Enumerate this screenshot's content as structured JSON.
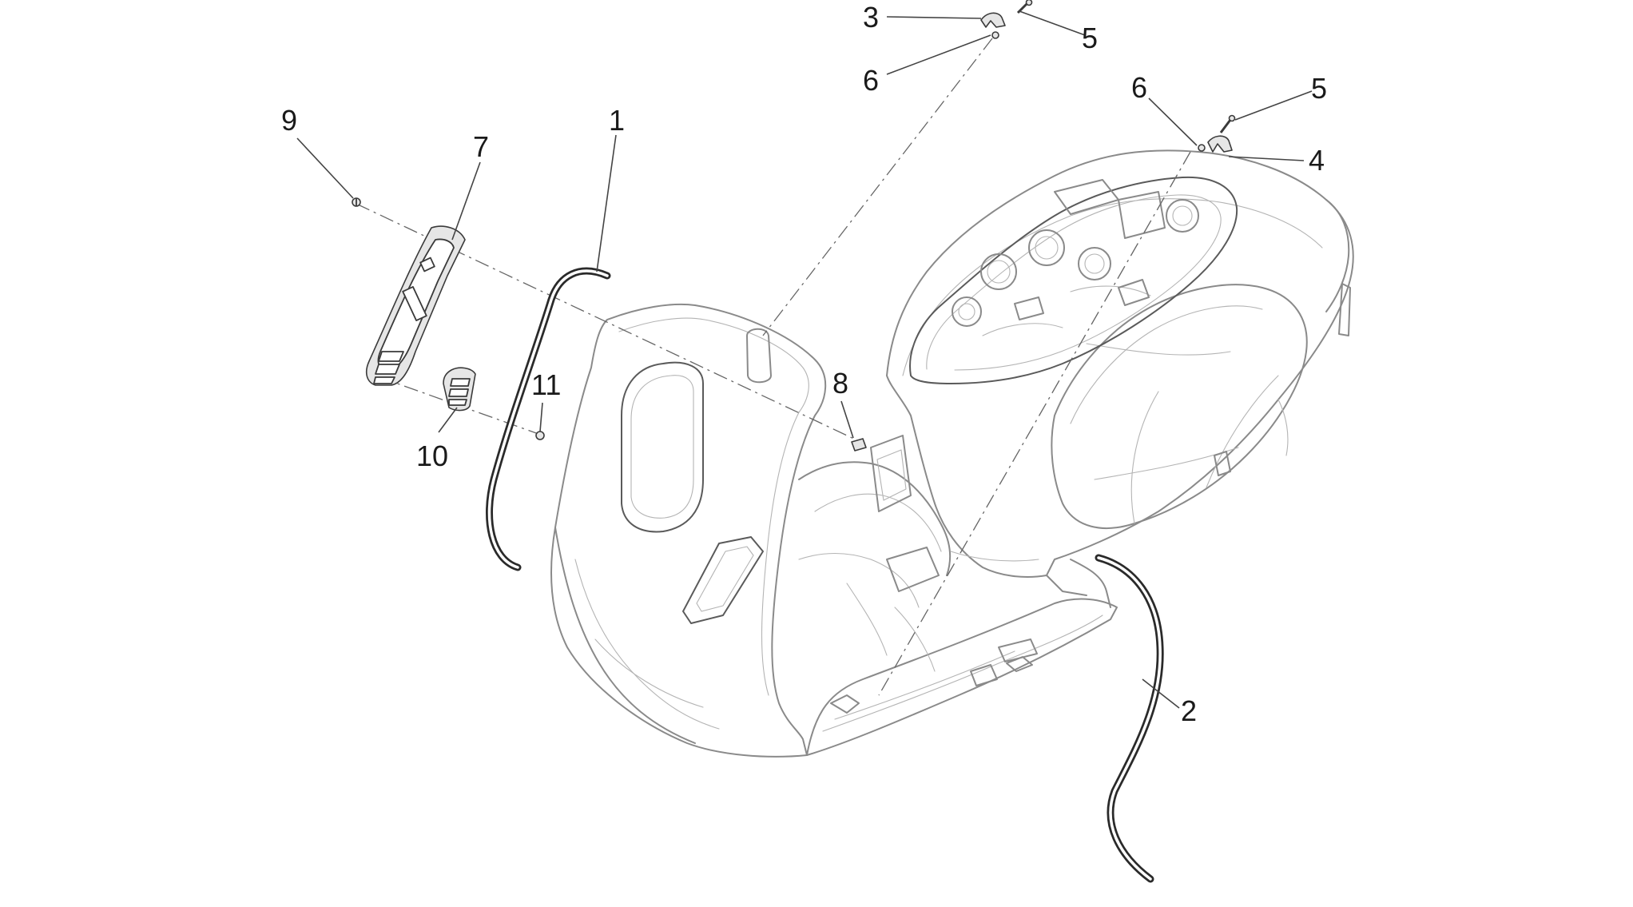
{
  "diagram": {
    "callouts": [
      {
        "id": "1",
        "label": "1"
      },
      {
        "id": "2",
        "label": "2"
      },
      {
        "id": "3",
        "label": "3"
      },
      {
        "id": "4",
        "label": "4"
      },
      {
        "id": "5a",
        "label": "5"
      },
      {
        "id": "5b",
        "label": "5"
      },
      {
        "id": "6a",
        "label": "6"
      },
      {
        "id": "6b",
        "label": "6"
      },
      {
        "id": "7",
        "label": "7"
      },
      {
        "id": "8",
        "label": "8"
      },
      {
        "id": "9",
        "label": "9"
      },
      {
        "id": "10",
        "label": "10"
      },
      {
        "id": "11",
        "label": "11"
      }
    ]
  }
}
